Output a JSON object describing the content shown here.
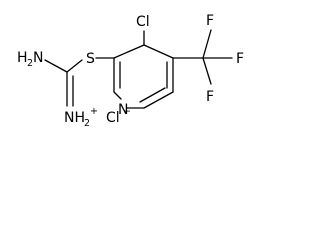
{
  "structure": {
    "atoms": {
      "chlorine": "Cl",
      "sulfur": "S",
      "pyridine_nitrogen": "N",
      "amine_nitrogen": "H",
      "amine_nitrogen_h_count": "2",
      "amine_nitrogen_symbol": "N",
      "iminium_nitrogen": "NH",
      "iminium_h_count": "2",
      "iminium_charge": "+",
      "fluorine_top": "F",
      "fluorine_right": "F",
      "fluorine_bottom": "F"
    },
    "counter_ion": {
      "symbol": "Cl",
      "charge": "−"
    }
  }
}
